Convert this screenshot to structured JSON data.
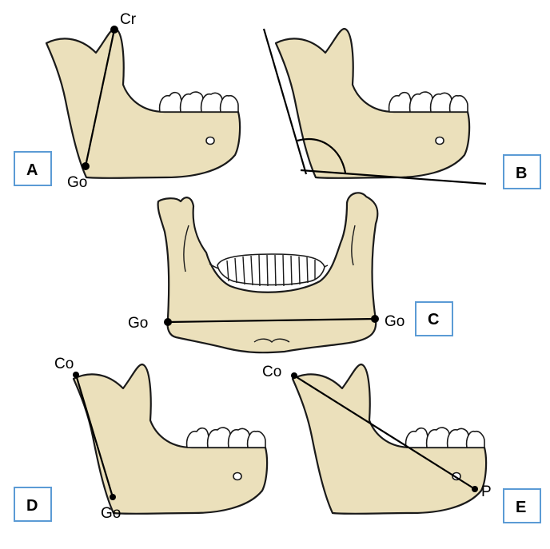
{
  "panels": [
    {
      "id": "A",
      "label": "A",
      "points": [
        "Cr",
        "Go"
      ]
    },
    {
      "id": "B",
      "label": "B",
      "points": []
    },
    {
      "id": "C",
      "label": "C",
      "points": [
        "Go",
        "Go"
      ]
    },
    {
      "id": "D",
      "label": "D",
      "points": [
        "Co",
        "Go"
      ]
    },
    {
      "id": "E",
      "label": "E",
      "points": [
        "Co",
        "P"
      ]
    }
  ],
  "colors": {
    "bone": "#ebe0bb",
    "outline": "#1a1a1a",
    "label_border": "#5b9bd5"
  }
}
